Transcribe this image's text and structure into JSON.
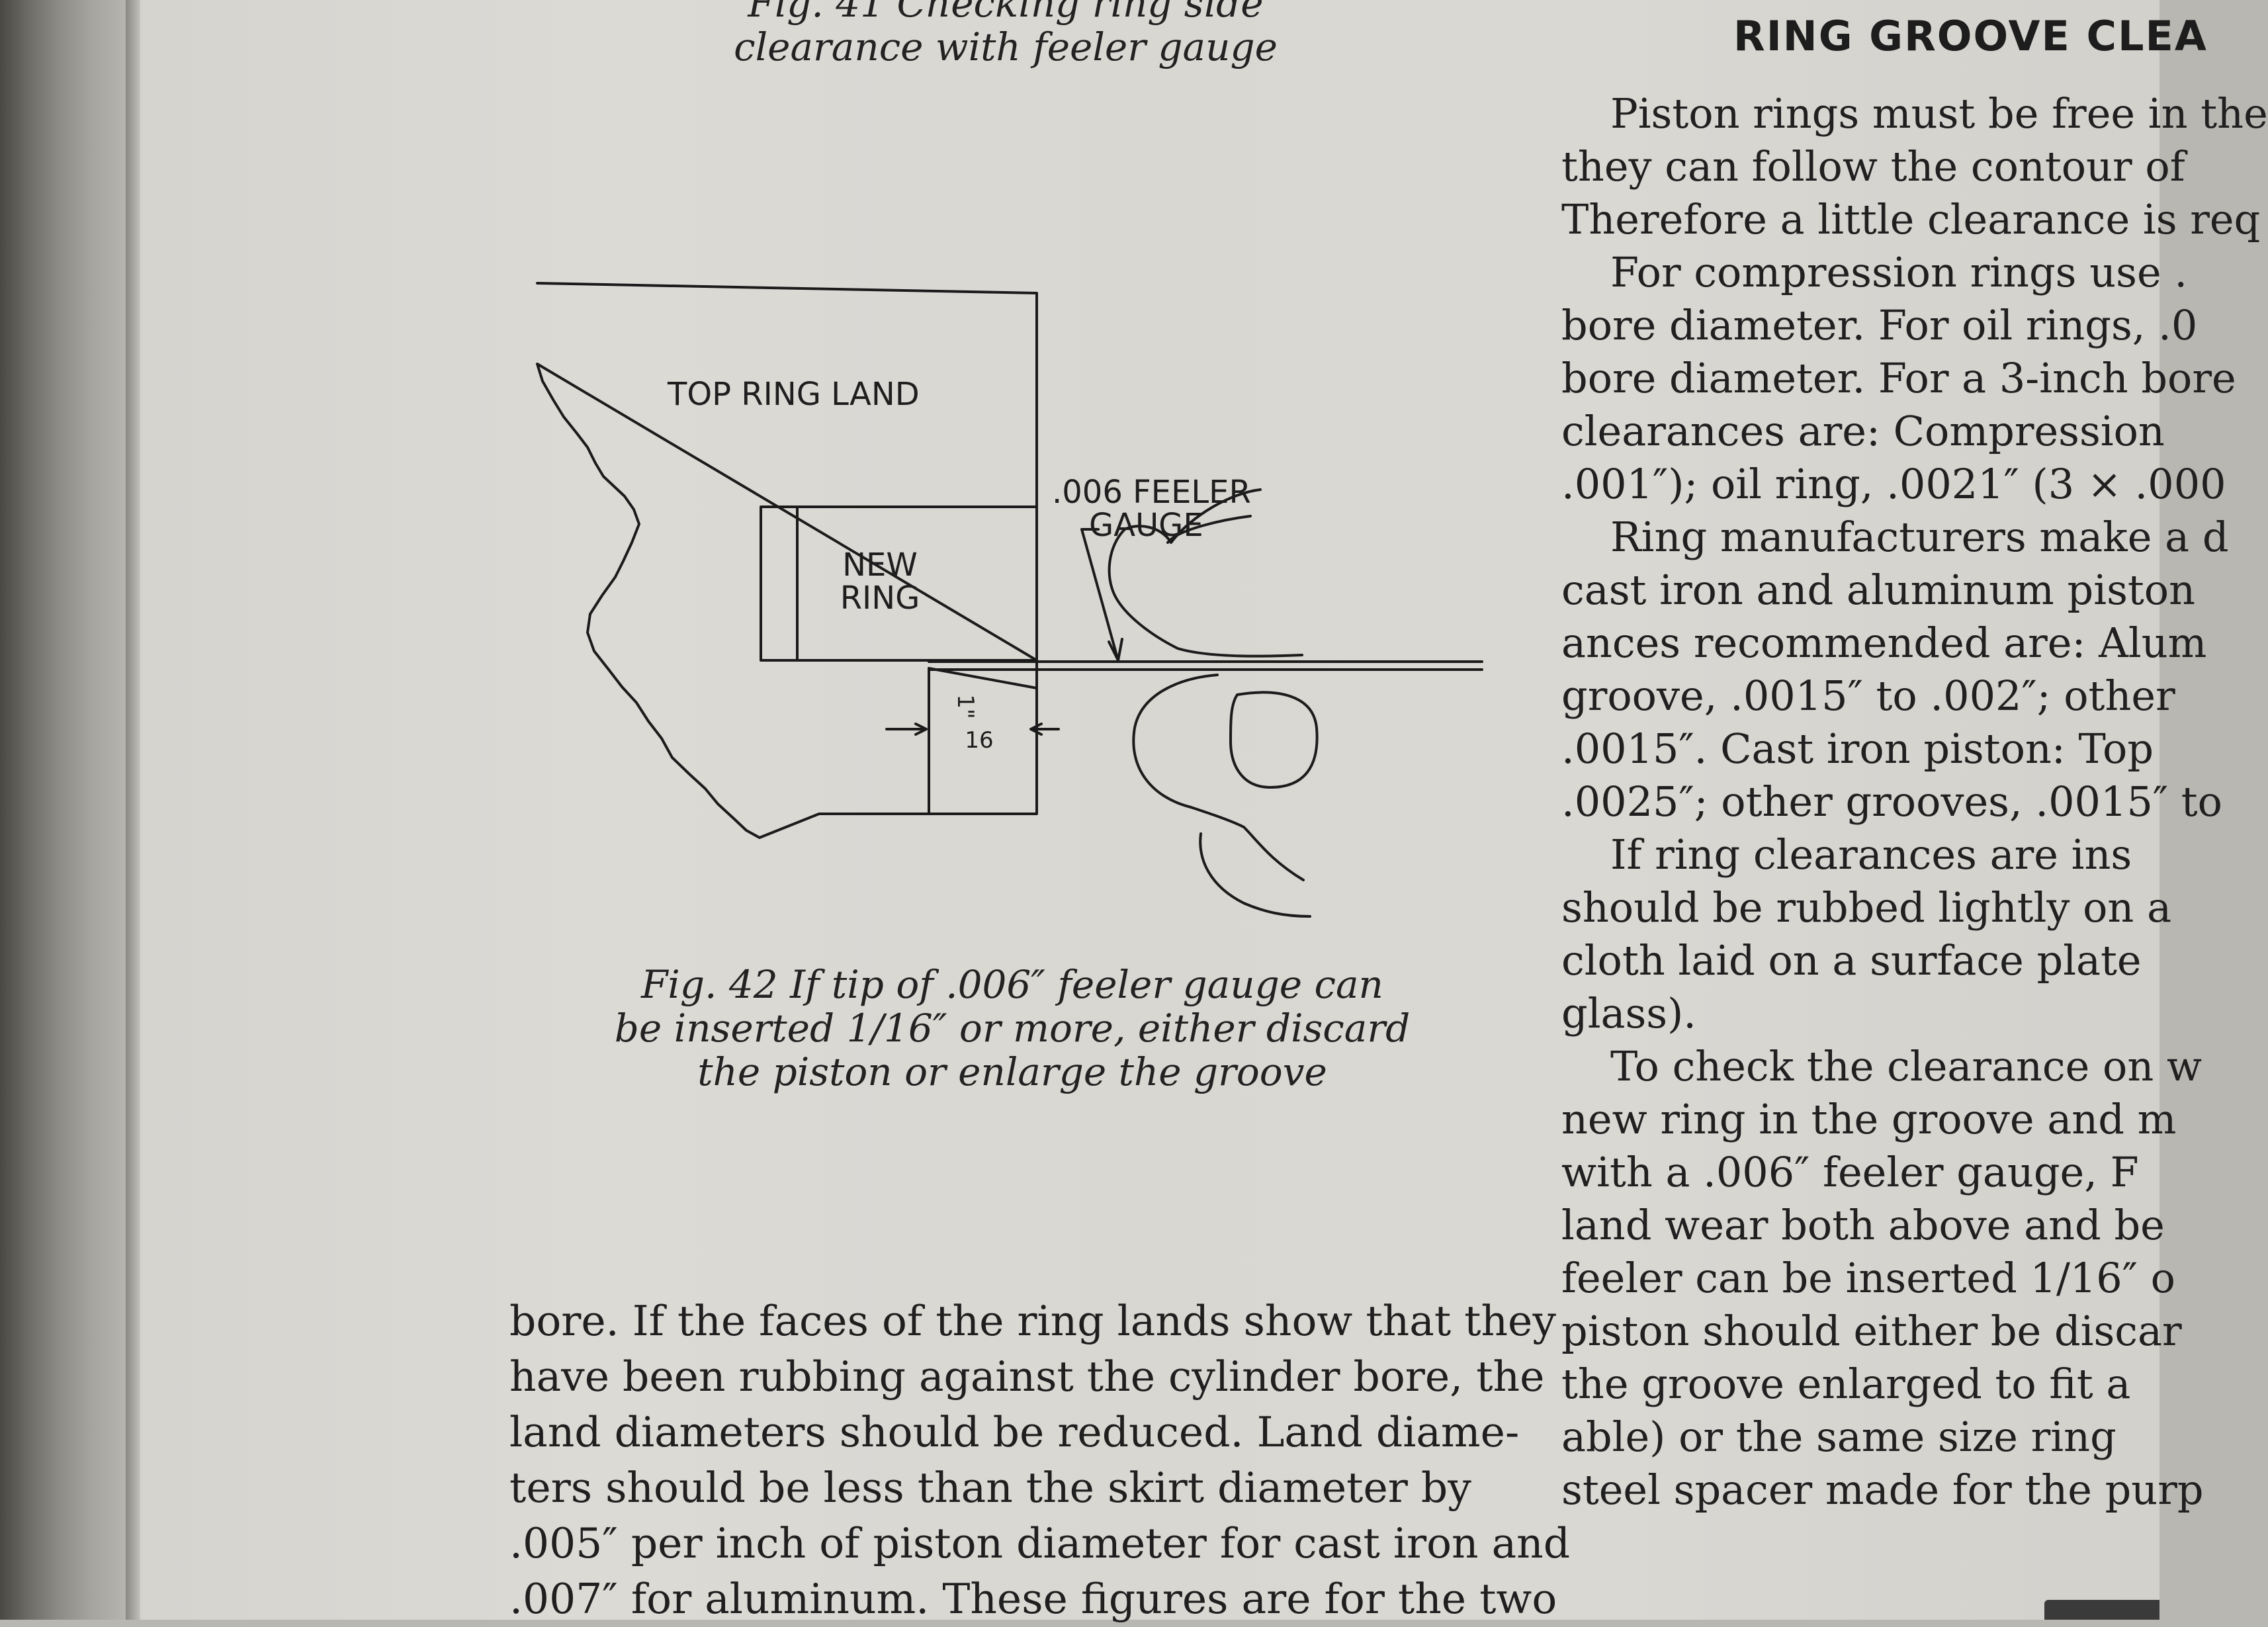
{
  "captions": {
    "fig41": [
      "Fig. 41   Checking ring side",
      "clearance with feeler gauge"
    ],
    "fig42": [
      "Fig. 42   If tip of .006″ feeler gauge can",
      "be inserted 1/16″ or more, either discard",
      "the piston or enlarge the groove"
    ]
  },
  "section_heading": "RING GROOVE CLEA",
  "figure_labels": {
    "top_ring_land": "TOP RING LAND",
    "new_ring_1": "NEW",
    "new_ring_2": "RING",
    "feeler_1": ".006 FEELER",
    "feeler_2": "GAUGE",
    "dim_num": "1\"",
    "dim_den": "16"
  },
  "right_column_lines": [
    {
      "text": "Piston rings must be free in the",
      "indent": true
    },
    {
      "text": "they can follow the contour of",
      "indent": false
    },
    {
      "text": "Therefore a little clearance is req",
      "indent": false
    },
    {
      "text": "For compression rings use .",
      "indent": true
    },
    {
      "text": "bore diameter. For oil rings, .0",
      "indent": false
    },
    {
      "text": "bore diameter. For a 3-inch bore",
      "indent": false
    },
    {
      "text": "clearances are: Compression",
      "indent": false
    },
    {
      "text": ".001″); oil ring, .0021″ (3 × .000",
      "indent": false
    },
    {
      "text": "Ring manufacturers make a d",
      "indent": true
    },
    {
      "text": "cast iron and aluminum piston",
      "indent": false
    },
    {
      "text": "ances recommended are: Alum",
      "indent": false
    },
    {
      "text": "groove, .0015″ to .002″; other",
      "indent": false
    },
    {
      "text": ".0015″. Cast iron piston: Top",
      "indent": false
    },
    {
      "text": ".0025″; other grooves, .0015″ to",
      "indent": false
    },
    {
      "text": "If ring clearances are ins",
      "indent": true
    },
    {
      "text": "should be rubbed lightly on a",
      "indent": false
    },
    {
      "text": "cloth laid on a surface plate",
      "indent": false
    },
    {
      "text": "glass).",
      "indent": false
    },
    {
      "text": "To check the clearance on w",
      "indent": true
    },
    {
      "text": "new ring in the groove and m",
      "indent": false
    },
    {
      "text": "with a .006″ feeler gauge, F",
      "indent": false
    },
    {
      "text": "land wear both above and be",
      "indent": false
    },
    {
      "text": "feeler can be inserted 1/16″ o",
      "indent": false
    },
    {
      "text": "piston should either be discar",
      "indent": false
    },
    {
      "text": "the groove enlarged to fit a",
      "indent": false
    },
    {
      "text": "able) or the same size ring",
      "indent": false
    },
    {
      "text": "steel spacer made for the purp",
      "indent": false
    }
  ],
  "bottom_text_lines": [
    "bore. If the faces of the ring lands show that they",
    "have been rubbing against the cylinder bore, the",
    "land diameters should be reduced. Land diame-",
    "ters should be less than the skirt diameter by",
    ".005″ per inch of piston diameter for cast iron and",
    ".007″ for aluminum. These figures are for the two"
  ]
}
